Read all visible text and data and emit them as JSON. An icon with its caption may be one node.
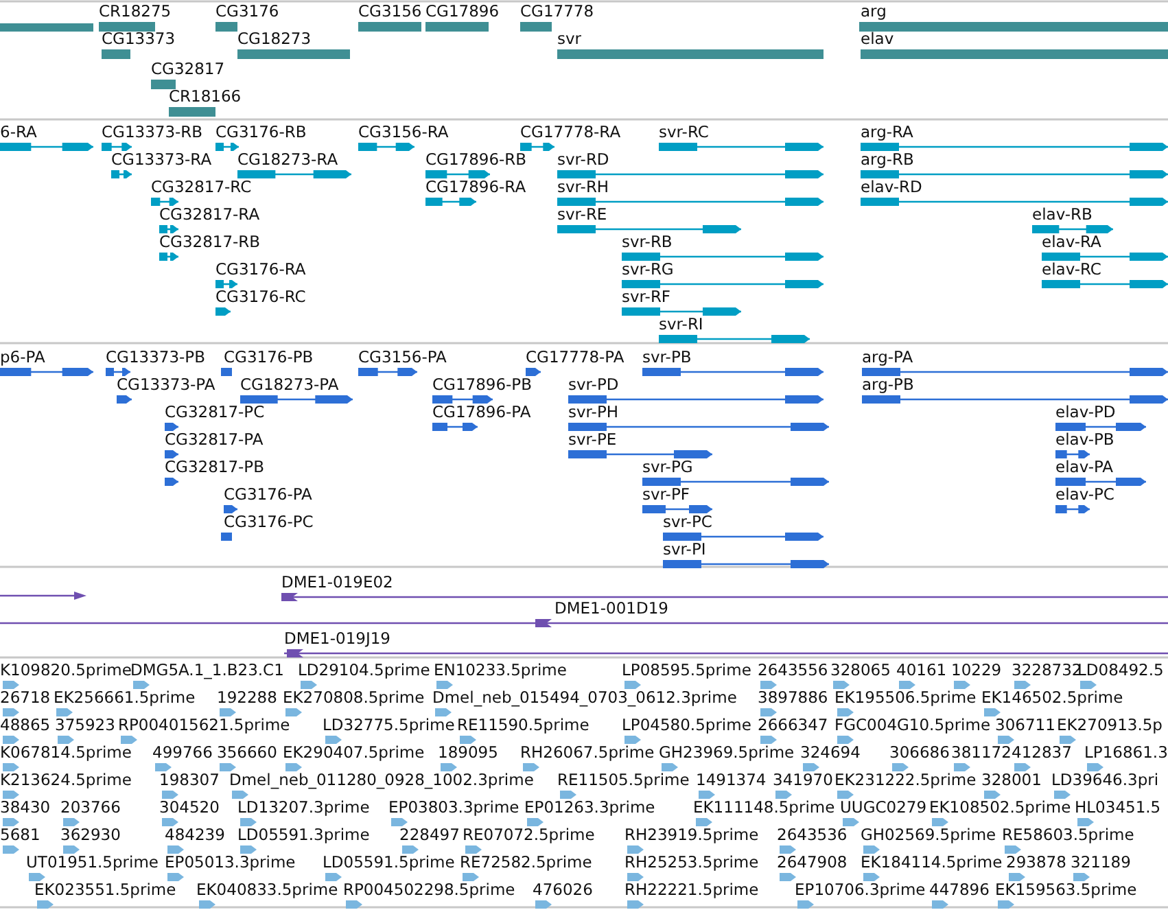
{
  "diagram": {
    "labels": [
      "CR18275",
      "CG3176",
      "CG3156",
      "CG17896",
      "CG17778",
      "arg",
      "CG13373",
      "CG18273",
      "svr",
      "elav",
      "CG32817",
      "CR18166",
      "6-RA",
      "CG13373-RB",
      "CG3176-RB",
      "CG3156-RA",
      "CG17778-RA",
      "svr-RC",
      "arg-RA",
      "CG13373-RA",
      "CG18273-RA",
      "CG17896-RB",
      "svr-RD",
      "arg-RB",
      "CG32817-RC",
      "CG17896-RA",
      "svr-RH",
      "elav-RD",
      "CG32817-RA",
      "svr-RE",
      "elav-RB",
      "CG32817-RB",
      "svr-RB",
      "elav-RA",
      "CG3176-RA",
      "svr-RG",
      "elav-RC",
      "CG3176-RC",
      "svr-RF",
      "svr-RI",
      "p6-PA",
      "CG13373-PB",
      "CG3176-PB",
      "CG3156-PA",
      "CG17778-PA",
      "svr-PB",
      "arg-PA",
      "CG13373-PA",
      "CG18273-PA",
      "CG17896-PB",
      "svr-PD",
      "arg-PB",
      "CG32817-PC",
      "CG17896-PA",
      "svr-PH",
      "elav-PD",
      "CG32817-PA",
      "svr-PE",
      "elav-PB",
      "CG32817-PB",
      "svr-PG",
      "elav-PA",
      "CG3176-PA",
      "svr-PF",
      "elav-PC",
      "CG3176-PC",
      "svr-PC",
      "svr-PI",
      "DME1-019E02",
      "DME1-001D19",
      "DME1-019J19",
      "K109820.5prime",
      "DMG5A.1_1.B23.C1",
      "LD29104.5prime",
      "EN10233.5prime",
      "LP08595.5prime",
      "2643556",
      "328065",
      "40161",
      "10229",
      "3228732",
      "LD08492.5",
      "26718",
      "EK256661.5prime",
      "192288",
      "EK270808.5prime",
      "Dmel_neb_015494_0703_0612.3prime",
      "3897886",
      "EK195506.5prime",
      "EK146502.5prime",
      "48865",
      "375923",
      "RP004015621.5prime",
      "LD32775.5prime",
      "RE11590.5prime",
      "LP04580.5prime",
      "2666347",
      "FGC004G10.5prime",
      "306711",
      "EK270913.5p",
      "K067814.5prime",
      "499766",
      "356660",
      "EK290407.5prime",
      "189095",
      "RH26067.5prime",
      "GH23969.5prime",
      "324694",
      "306686",
      "381172",
      "412837",
      "LP16861.3",
      "K213624.5prime",
      "198307",
      "Dmel_neb_011280_0928_1002.3prime",
      "RE11505.5prime",
      "1491374",
      "341970",
      "EK231222.5prime",
      "328001",
      "LD39646.3pri",
      "38430",
      "203766",
      "304520",
      "LD13207.3prime",
      "EP03803.3prime",
      "EP01263.3prime",
      "EK111148.5prime",
      "UUGC0279",
      "EK108502.5prime",
      "HL03451.5",
      "5681",
      "362930",
      "484239",
      "LD05591.3prime",
      "228497",
      "RE07072.5prime",
      "RH23919.5prime",
      "2643536",
      "GH02569.5prime",
      "RE58603.5prime",
      "UT01951.5prime",
      "EP05013.3prime",
      "LD05591.5prime",
      "RE72582.5prime",
      "RH25253.5prime",
      "2647908",
      "EK184114.5prime",
      "293878",
      "321189",
      "EK023551.5prime",
      "EK040833.5prime",
      "RP004502298.5prime",
      "476026",
      "RH22221.5prime",
      "EP10706.3prime",
      "447896",
      "EK159563.5prime"
    ]
  }
}
